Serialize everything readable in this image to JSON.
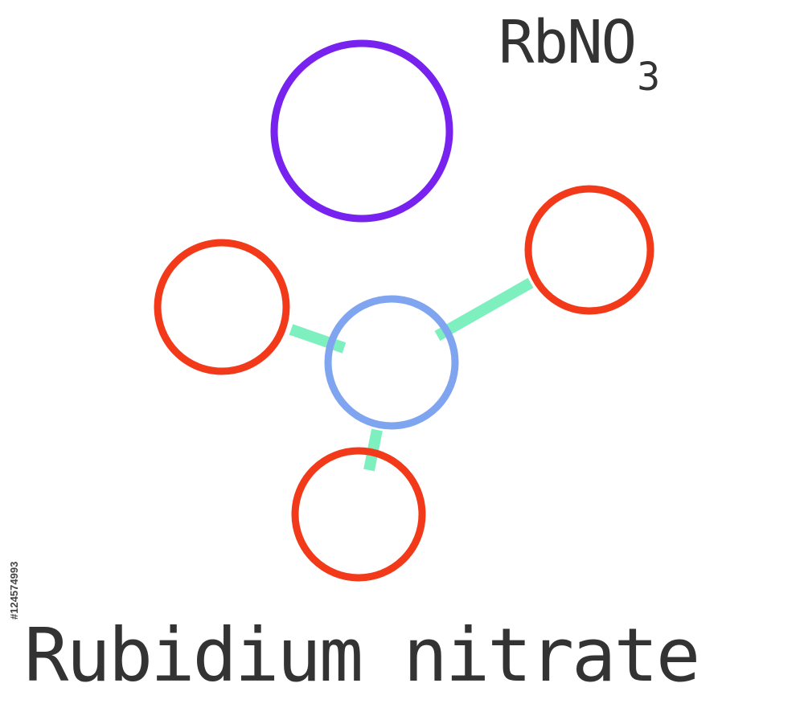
{
  "formula": {
    "main": "RbNO",
    "subscript": "3"
  },
  "compound_name": "Rubidium nitrate",
  "stock_id": "#124574993",
  "colors": {
    "rubidium": "#7722ee",
    "nitrogen": "#7fa4f0",
    "oxygen": "#f23a1b",
    "bond": "#7ef0bf",
    "text": "#333333"
  }
}
